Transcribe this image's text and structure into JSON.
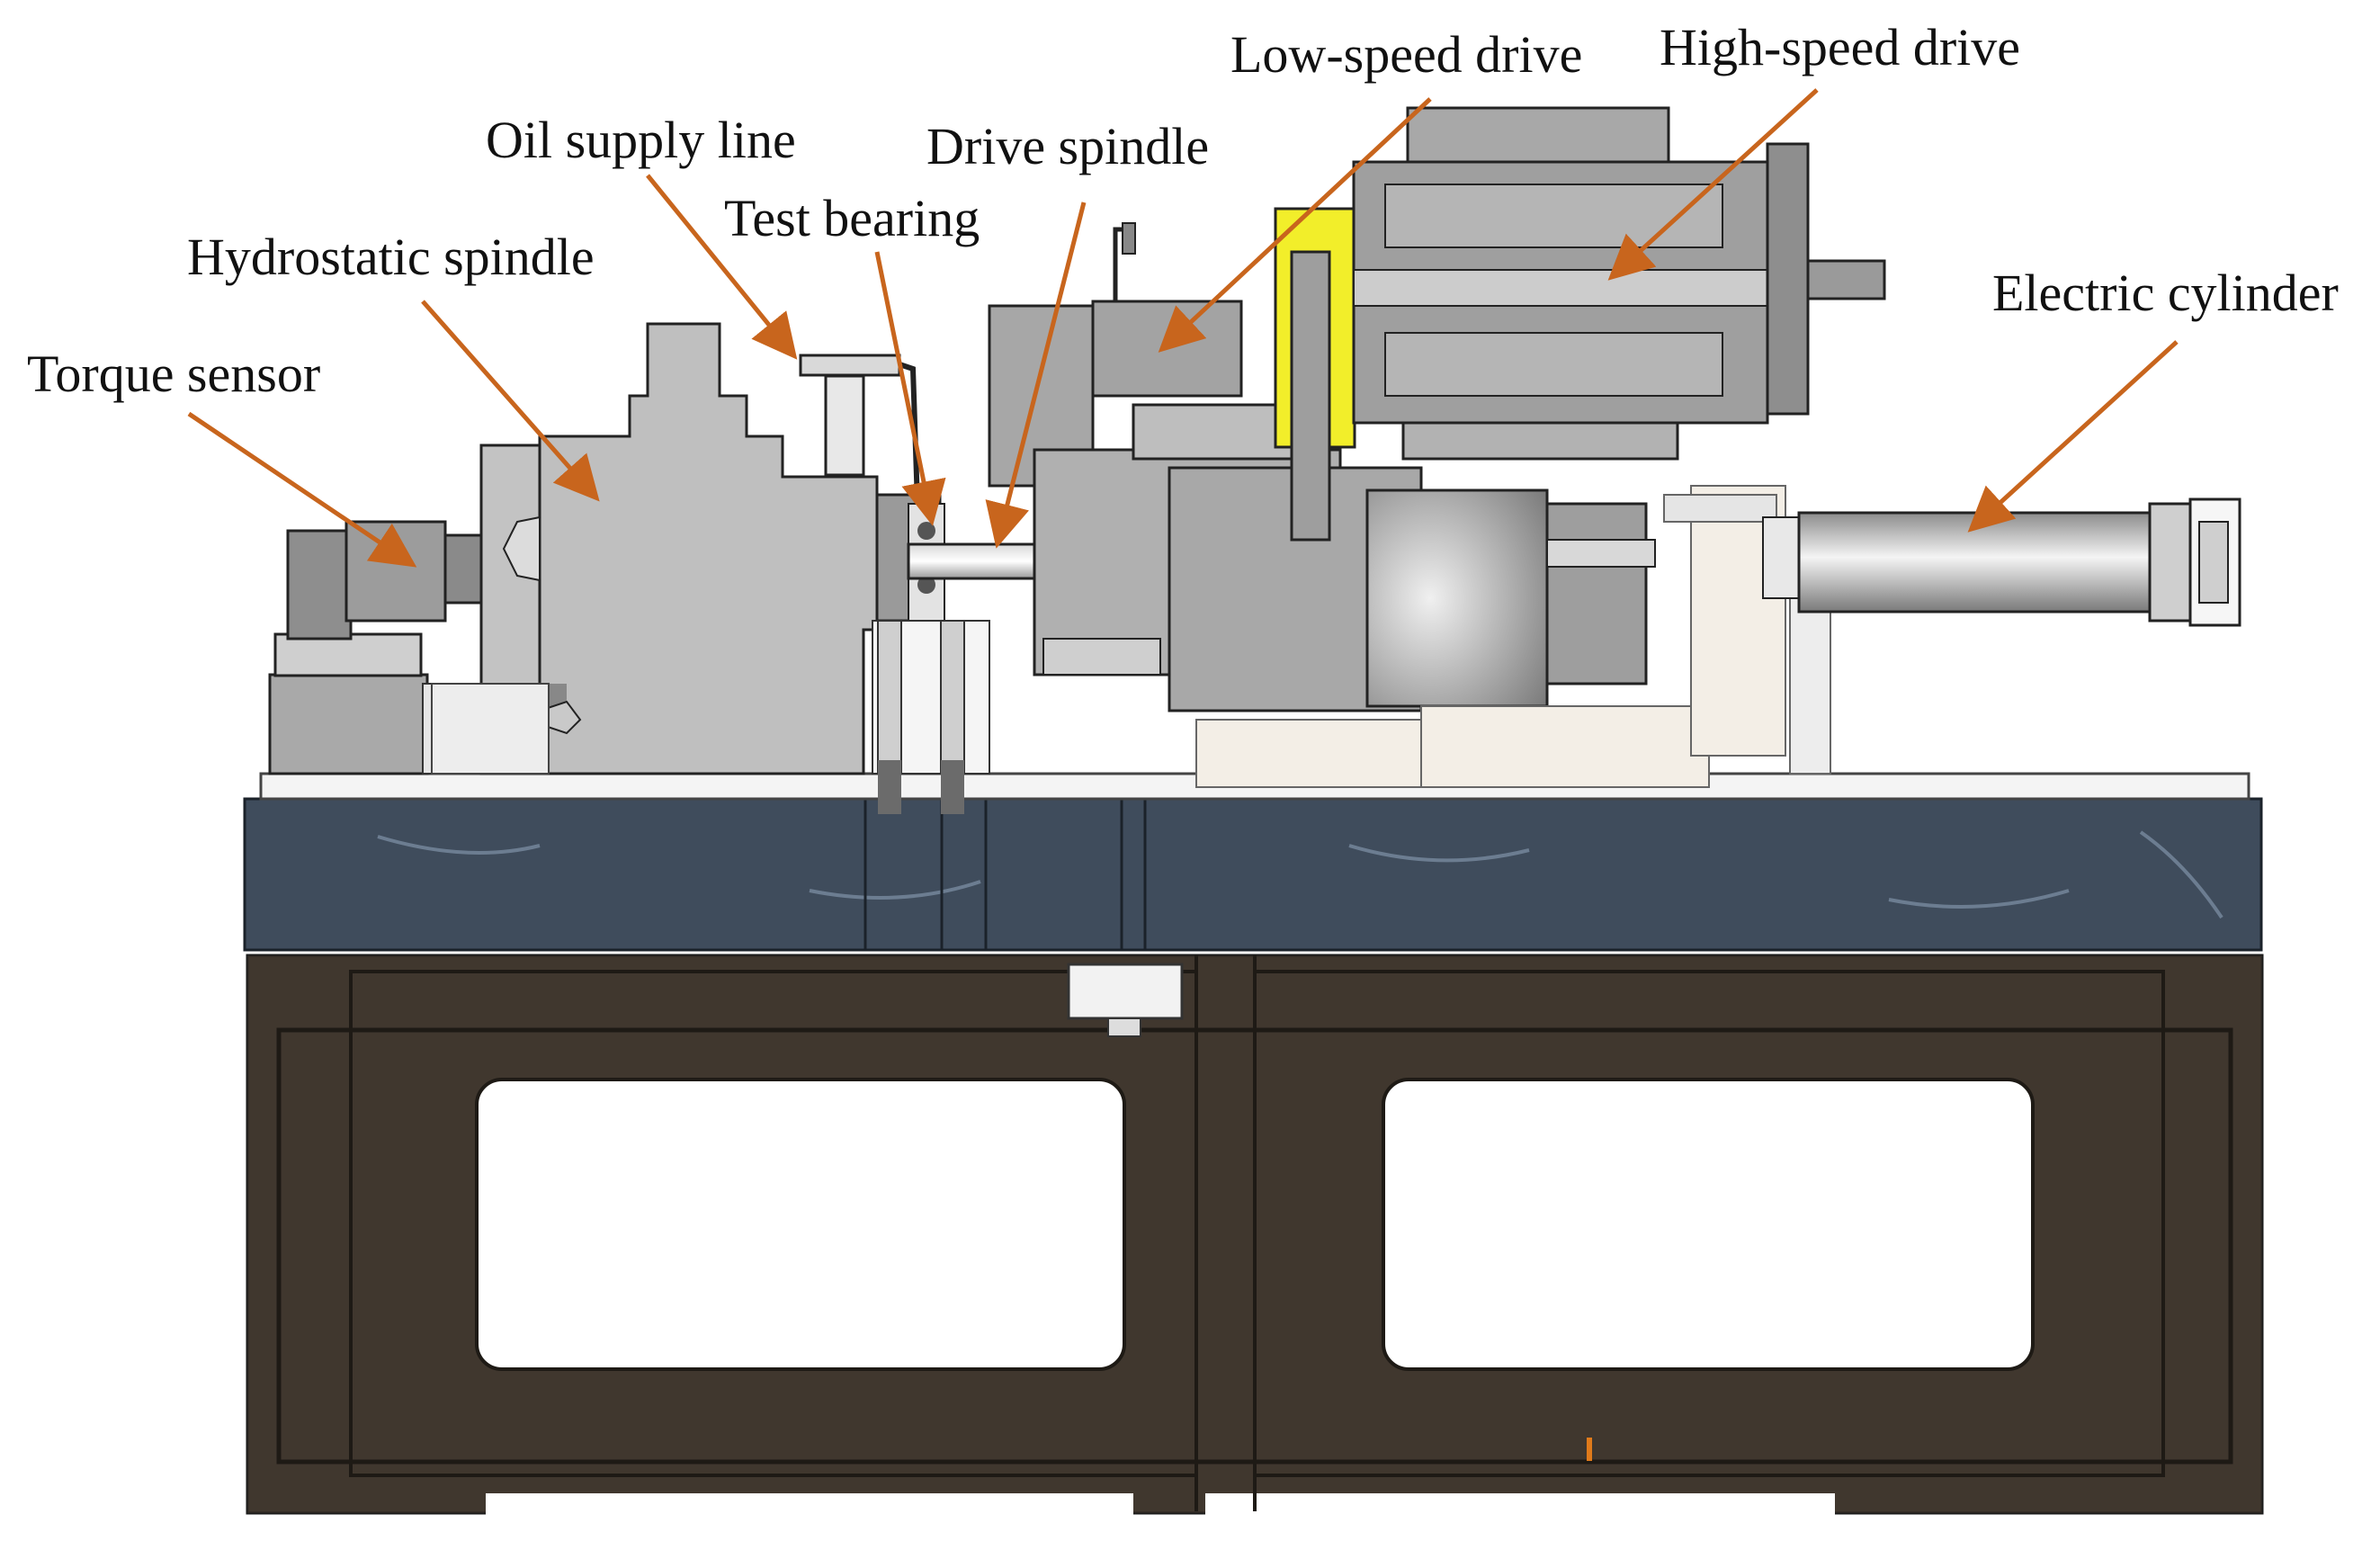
{
  "labels": {
    "torque_sensor": "Torque sensor",
    "hydrostatic_spindle": "Hydrostatic spindle",
    "oil_supply_line": "Oil supply line",
    "test_bearing": "Test bearing",
    "drive_spindle": "Drive spindle",
    "low_speed_drive": "Low-speed drive",
    "high_speed_drive": "High-speed drive",
    "electric_cylinder": "Electric cylinder"
  },
  "colors": {
    "leader": "#c8651d",
    "machine_gray": "#a3a3a3",
    "machine_dark": "#6e6e6e",
    "granite": "#3f4c5c",
    "cast_base": "#3b342b",
    "highlight_yellow": "#f2ee2a"
  }
}
